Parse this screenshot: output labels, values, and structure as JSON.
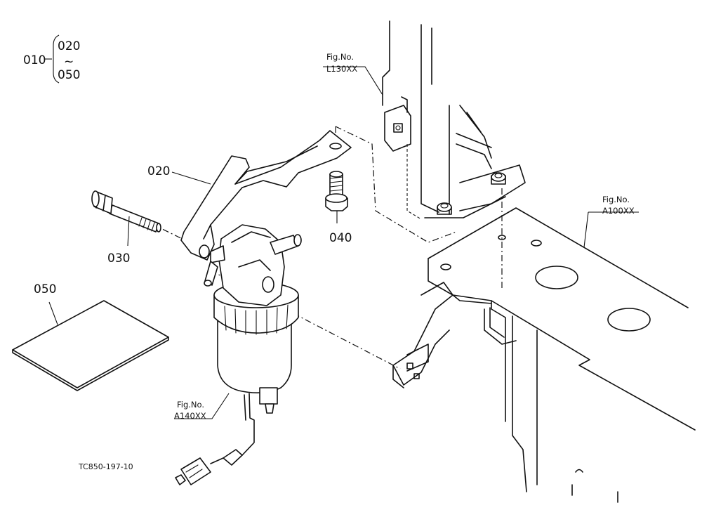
{
  "parts": {
    "p010": "010",
    "p020": "020",
    "p030": "030",
    "p040": "040",
    "p050": "050"
  },
  "group_bracket": {
    "parent": "010",
    "from": "020",
    "tilde": "~",
    "to": "050"
  },
  "figure_refs": [
    {
      "label": "Fig.No.",
      "code": "L130XX"
    },
    {
      "label": "Fig.No.",
      "code": "A100XX"
    },
    {
      "label": "Fig.No.",
      "code": "A140XX"
    }
  ],
  "drawing_code": "TC850-197-10"
}
